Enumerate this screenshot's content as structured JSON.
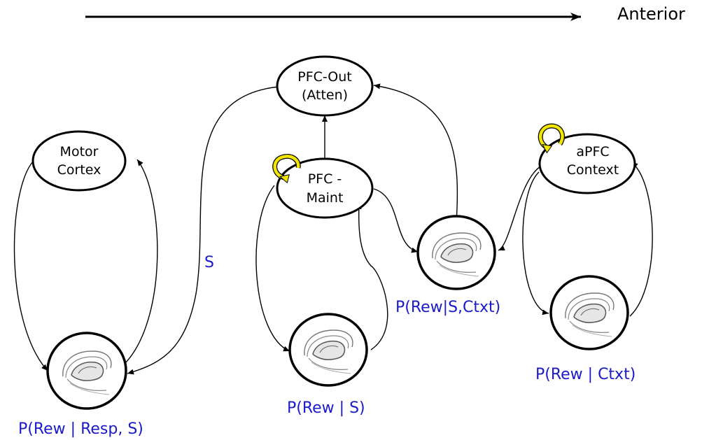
{
  "axis": {
    "label": "Anterior"
  },
  "nodes": {
    "motor": {
      "line1": "Motor",
      "line2": "Cortex"
    },
    "pfc_out": {
      "line1": "PFC-Out",
      "line2": "(Atten)"
    },
    "pfc_maint": {
      "line1": "PFC -",
      "line2": "Maint"
    },
    "apfc": {
      "line1": "aPFC",
      "line2": "Context"
    }
  },
  "labels": {
    "s_edge": "S",
    "bg_motor": "P(Rew | Resp, S)",
    "bg_pfc": "P(Rew | S)",
    "bg_out": "P(Rew|S,Ctxt)",
    "bg_apfc": "P(Rew | Ctxt)"
  },
  "colors": {
    "label_blue": "#1a1acc",
    "loop_yellow": "#f2e600"
  },
  "icons": {
    "basal_ganglia": "brain-section-icon",
    "self_loop": "curved-arrow-icon"
  }
}
